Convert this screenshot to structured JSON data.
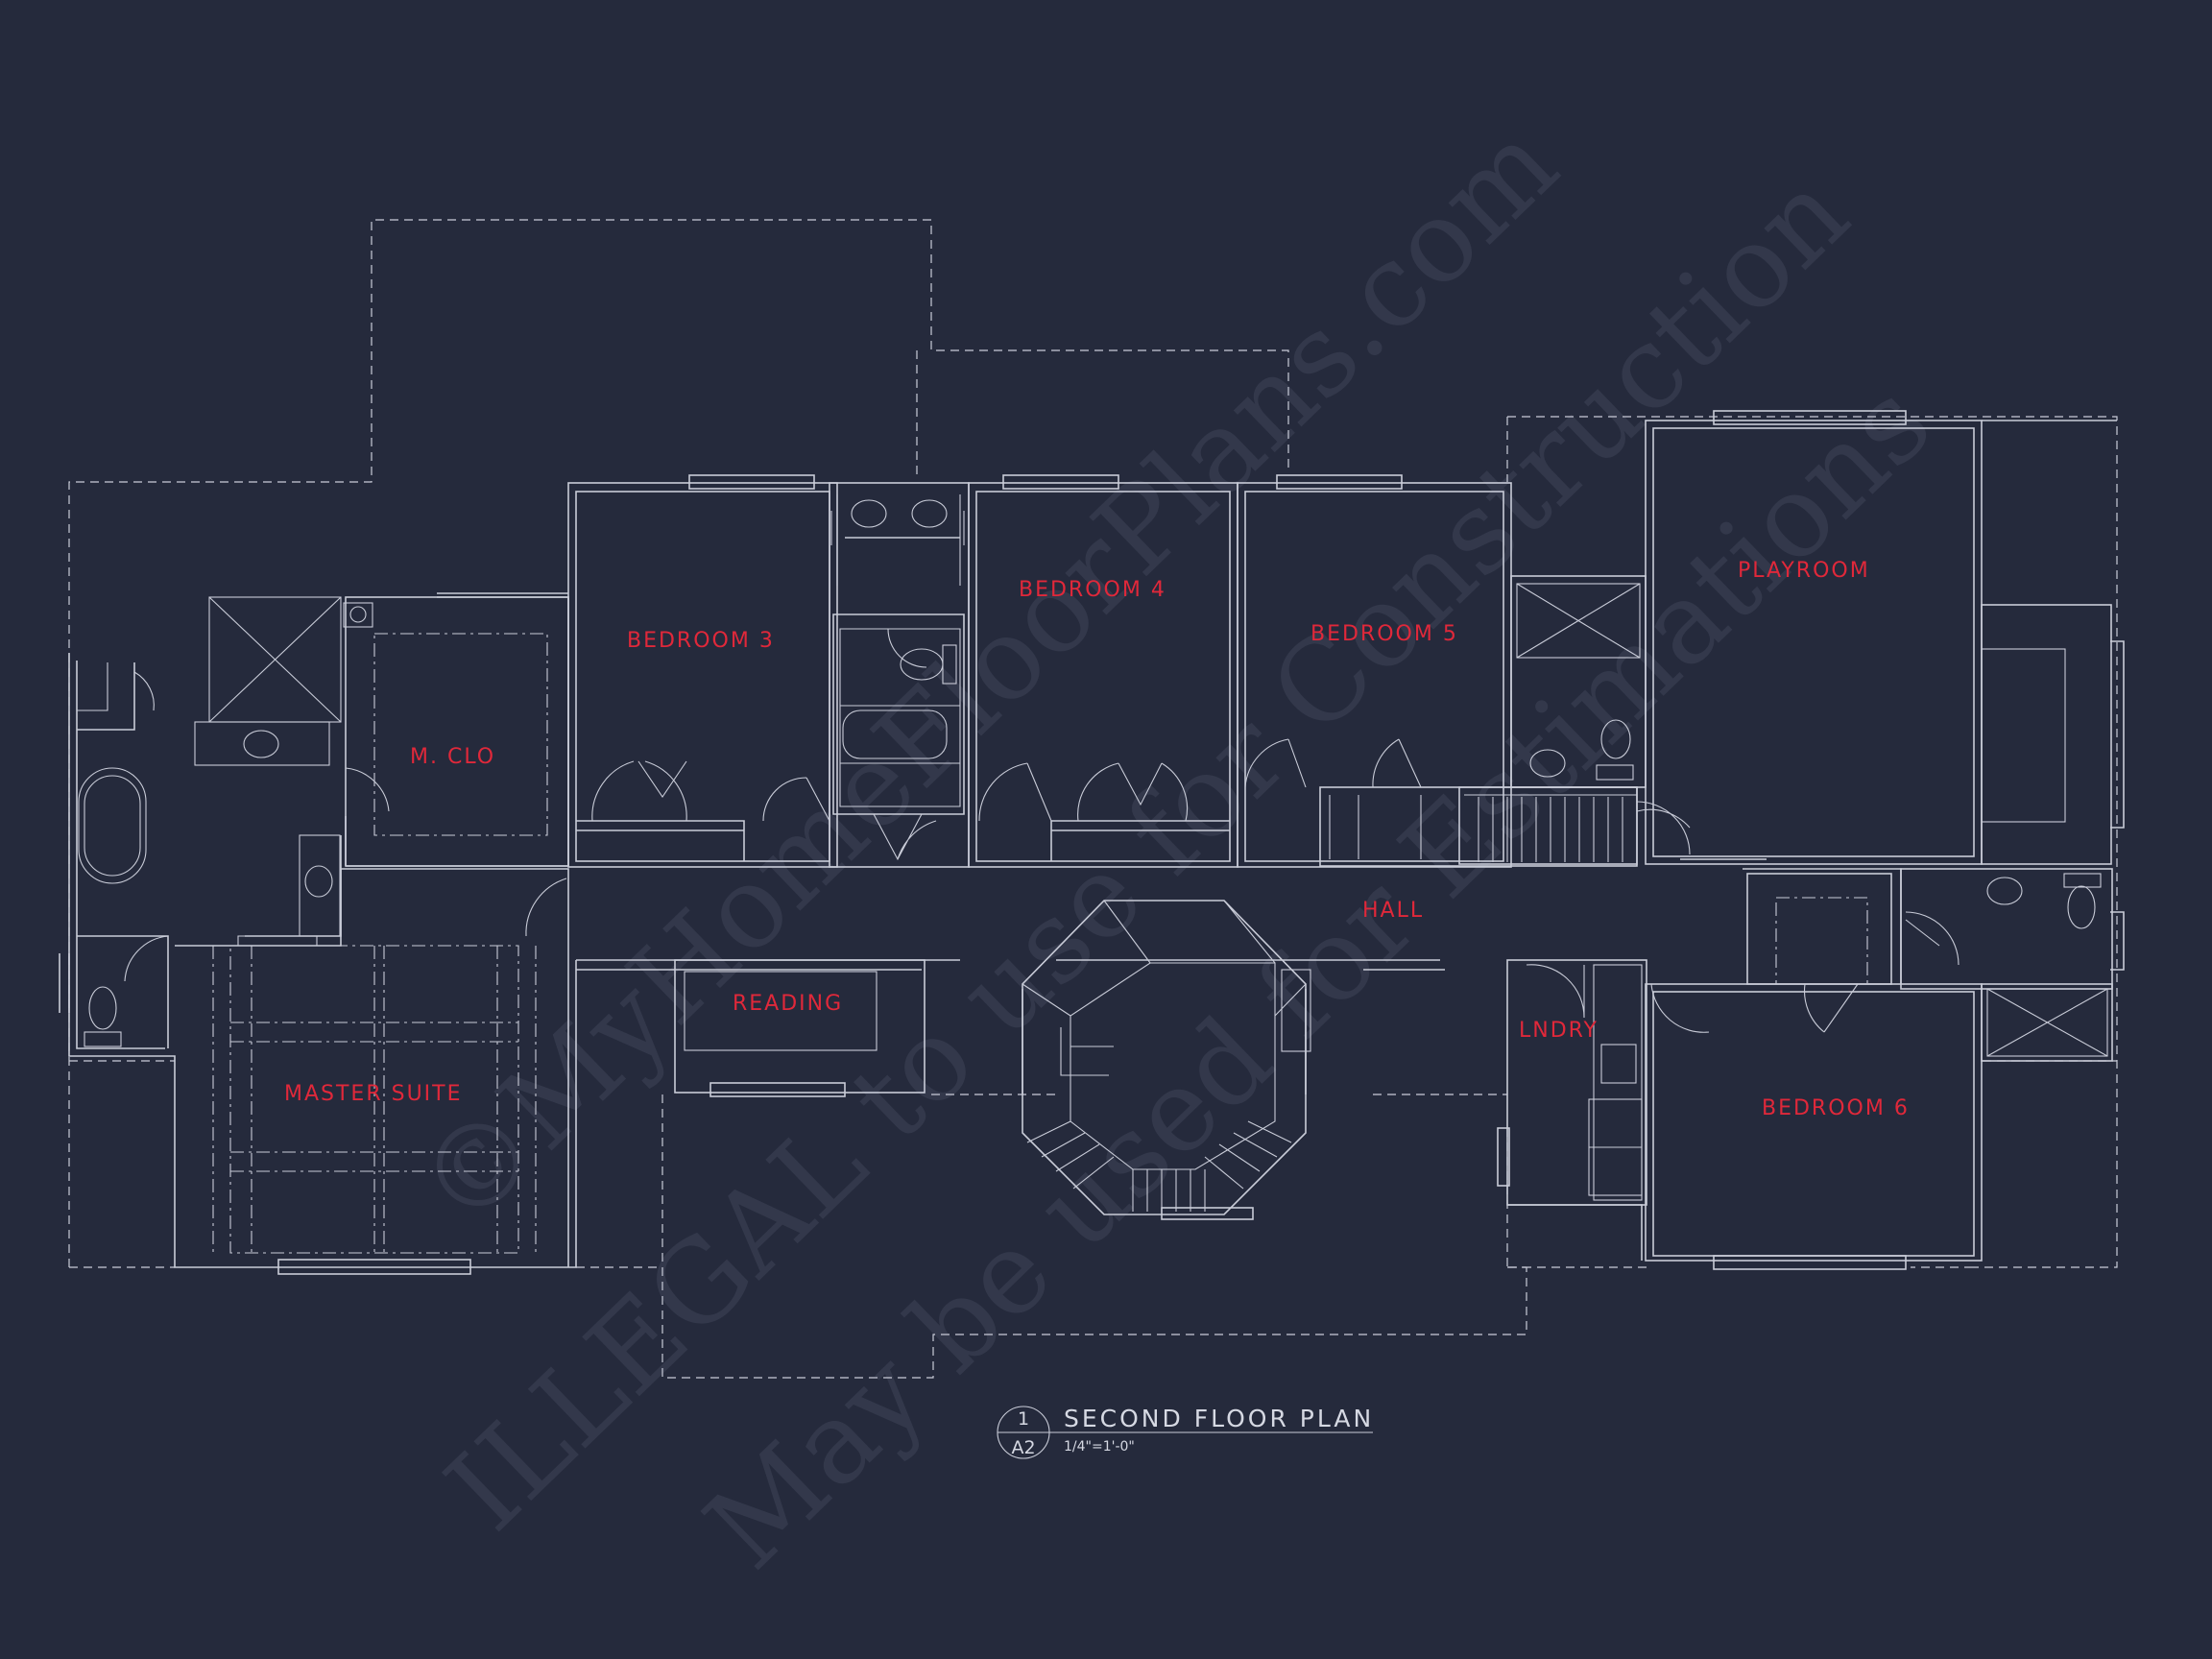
{
  "plan": {
    "rooms": [
      {
        "id": "bedroom-3",
        "label": "BEDROOM 3"
      },
      {
        "id": "bedroom-4",
        "label": "BEDROOM 4"
      },
      {
        "id": "bedroom-5",
        "label": "BEDROOM 5"
      },
      {
        "id": "playroom",
        "label": "PLAYROOM"
      },
      {
        "id": "master-closet",
        "label": "M. CLO"
      },
      {
        "id": "hall",
        "label": "HALL"
      },
      {
        "id": "reading",
        "label": "READING"
      },
      {
        "id": "laundry",
        "label": "LNDRY"
      },
      {
        "id": "master-suite",
        "label": "MASTER SUITE"
      },
      {
        "id": "bedroom-6",
        "label": "BEDROOM 6"
      }
    ],
    "title_block": {
      "detail_number": "1",
      "sheet_number": "A2",
      "title": "SECOND FLOOR PLAN",
      "scale": "1/4\"=1'-0\""
    }
  },
  "watermark": {
    "line1": "©MyHomeFloorPlans.com",
    "line2": "ILLEGAL to use for Construction",
    "line3": "May be used for Estimations"
  },
  "colors": {
    "background": "#252a3c",
    "linework": "#c9ccd8",
    "room_labels": "#e0283a"
  }
}
